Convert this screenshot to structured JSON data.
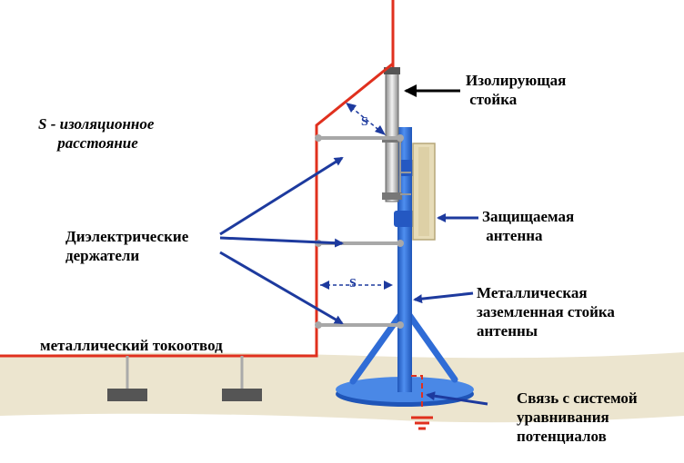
{
  "labels": {
    "insulating_mast": "Изолирующая\n стойка",
    "separation_distance": "S - изоляционное\n     расстояние",
    "dielectric_holders": "Диэлектрические\nдержатели",
    "protected_antenna": "Защищаемая\n антенна",
    "metal_mast": "Металлическая\nзаземленная стойка\nантенны",
    "down_conductor": "металлический токоотвод",
    "equipotential_bonding": "Связь с системой\nуравнивания\nпотенциалов",
    "s_mark_upper": "S",
    "s_mark_lower": "S"
  },
  "colors": {
    "conductor": "#e0301e",
    "mast": "#2f6cd6",
    "arrow": "#1d3a9e",
    "ground": "#ece5cf",
    "holder": "#a8a8a8"
  }
}
